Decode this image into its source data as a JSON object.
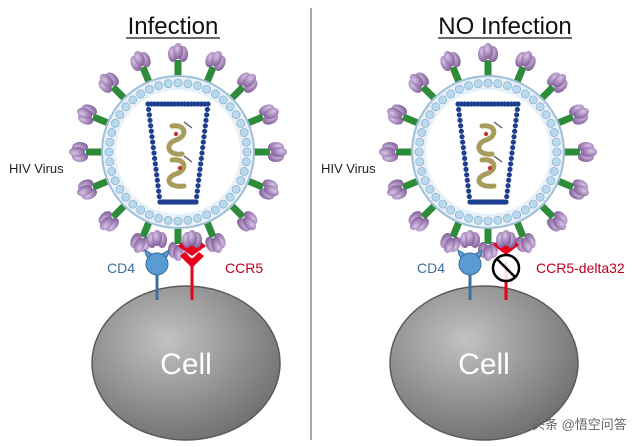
{
  "panels": [
    {
      "title": "Infection",
      "virus_label": "HIV Virus",
      "cd4_label": "CD4",
      "coreceptor_label": "CCR5",
      "cell_label": "Cell",
      "coreceptor_state": "functional"
    },
    {
      "title": "NO Infection",
      "virus_label": "HIV Virus",
      "cd4_label": "CD4",
      "coreceptor_label": "CCR5-delta32",
      "cell_label": "Cell",
      "coreceptor_state": "blocked"
    }
  ],
  "watermark": {
    "text": "头条 @悟空问答",
    "icon": "wukong-logo-icon"
  },
  "colors": {
    "envelope": "#c7dcec",
    "bead": "#b9d9ee",
    "gp41": "#2e8b3a",
    "gp120": "#9b6fb3",
    "capsid": "#1e3f8f",
    "rna": "#a89c5c",
    "cd4": "#5b9bd5",
    "ccr5": "#e8001c",
    "cell": "#8e8e8e",
    "divider": "#555555"
  }
}
